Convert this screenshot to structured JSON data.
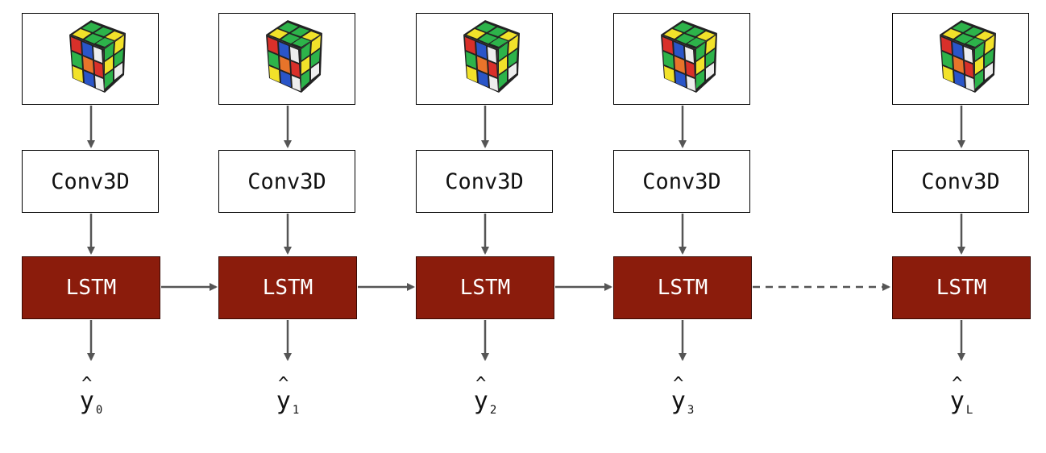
{
  "diagram": {
    "colors": {
      "lstm_fill": "#8b1c0c",
      "arrow": "#555555"
    },
    "columns": [
      {
        "input_icon": "rubiks-cube-icon",
        "conv_label": "Conv3D",
        "lstm_label": "LSTM",
        "output_base": "y",
        "output_hat": "^",
        "output_sub": "0"
      },
      {
        "input_icon": "rubiks-cube-icon",
        "conv_label": "Conv3D",
        "lstm_label": "LSTM",
        "output_base": "y",
        "output_hat": "^",
        "output_sub": "1"
      },
      {
        "input_icon": "rubiks-cube-icon",
        "conv_label": "Conv3D",
        "lstm_label": "LSTM",
        "output_base": "y",
        "output_hat": "^",
        "output_sub": "2"
      },
      {
        "input_icon": "rubiks-cube-icon",
        "conv_label": "Conv3D",
        "lstm_label": "LSTM",
        "output_base": "y",
        "output_hat": "^",
        "output_sub": "3"
      },
      {
        "input_icon": "rubiks-cube-icon",
        "conv_label": "Conv3D",
        "lstm_label": "LSTM",
        "output_base": "y",
        "output_hat": "^",
        "output_sub": "L"
      }
    ]
  }
}
